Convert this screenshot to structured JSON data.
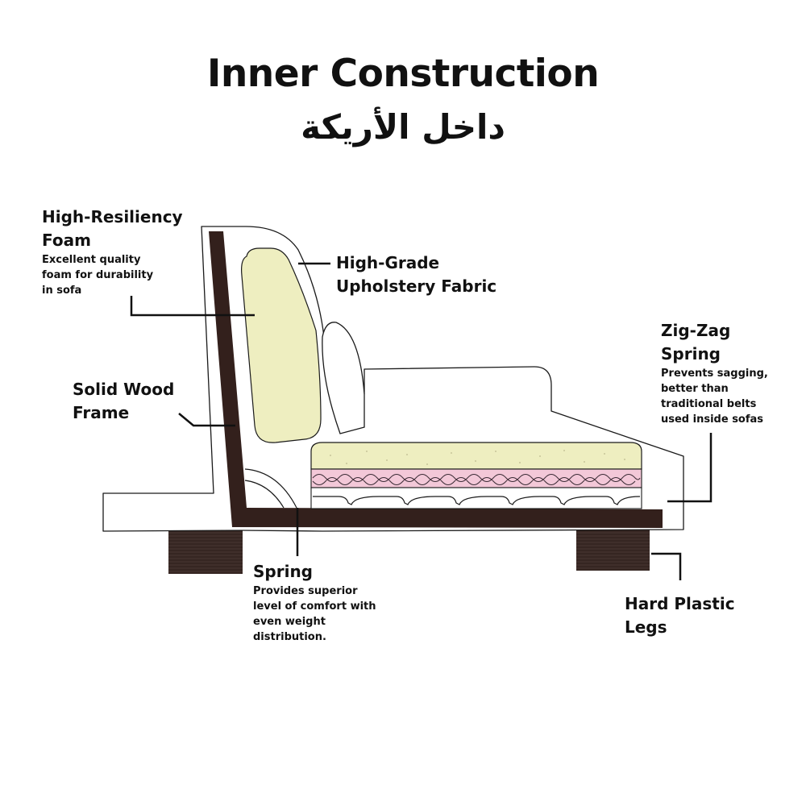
{
  "title": "Inner Construction",
  "subtitle_ar": "داخل الأريكة",
  "colors": {
    "wood": "#33201c",
    "legs": "#3a2a26",
    "foam": "#eeeec0",
    "spring_band": "#f3c8d8",
    "outline": "#1a1a1a",
    "background": "#ffffff"
  },
  "labels": {
    "foam": {
      "heading": "High-Resiliency\nFoam",
      "desc": "Excellent quality\nfoam for durability\nin sofa"
    },
    "fabric": {
      "heading": "High-Grade\nUpholstery Fabric"
    },
    "frame": {
      "heading": "Solid Wood\nFrame"
    },
    "zigzag": {
      "heading": "Zig-Zag\nSpring",
      "desc": "Prevents sagging,\nbetter than\ntraditional belts\nused inside sofas"
    },
    "spring": {
      "heading": "Spring",
      "desc": "Provides superior\nlevel of comfort with\neven weight\ndistribution."
    },
    "legs": {
      "heading": "Hard Plastic\nLegs"
    }
  }
}
